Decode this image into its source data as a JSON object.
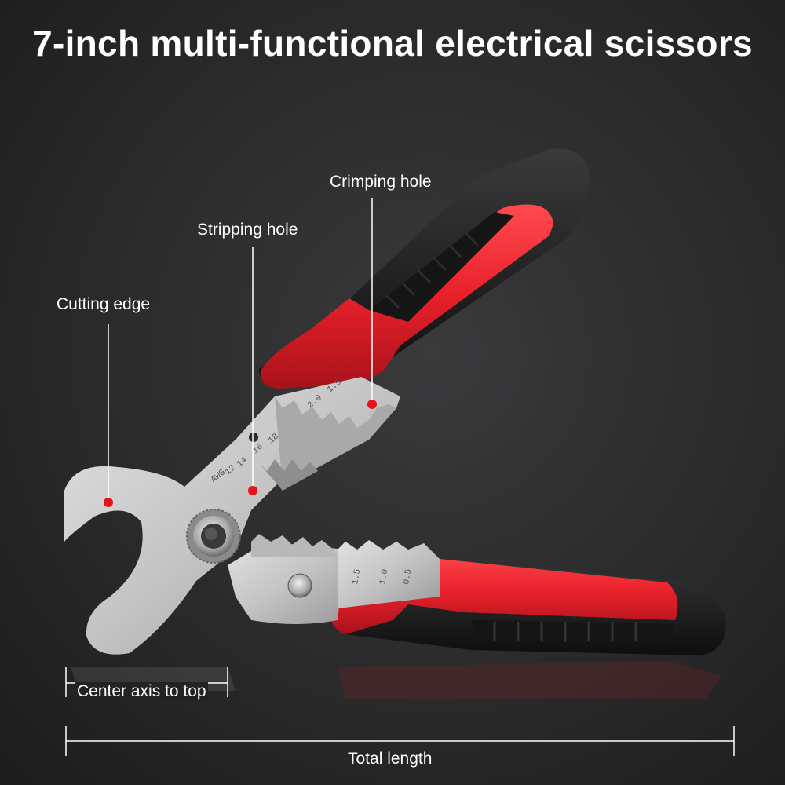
{
  "title": "7-inch multi-functional electrical scissors",
  "callouts": {
    "cutting_edge": "Cutting edge",
    "stripping_hole": "Stripping hole",
    "crimping_hole": "Crimping hole"
  },
  "dimensions": {
    "center_axis_to_top": "Center axis to top",
    "total_length": "Total length"
  },
  "blade_markings": {
    "upper": [
      "2.0",
      "1.5",
      "18",
      "16",
      "14",
      "12",
      "AWG"
    ],
    "lower": [
      "1.5",
      "1.0",
      "0.5"
    ]
  },
  "colors": {
    "handle_red": "#e8202a",
    "handle_black": "#1a1a1a",
    "steel": "#c9c9c9",
    "marker_red": "#e3141e"
  }
}
